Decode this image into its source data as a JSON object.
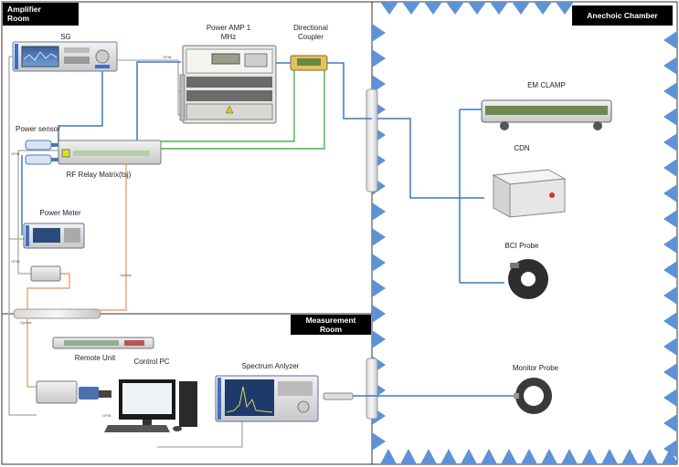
{
  "rooms": {
    "amplifier": [
      "Amplifier",
      "Room"
    ],
    "measurement": [
      "Measurement",
      "Room"
    ],
    "chamber": "Anechoic Chamber"
  },
  "devices": {
    "sg": "SG",
    "power_amp": [
      "Power AMP 1",
      "MHz"
    ],
    "coupler": [
      "Directional",
      "Coupler"
    ],
    "power_sensor": "Power sensor",
    "relay_matrix": "RF Relay Matrix(tsj)",
    "power_meter": "Power Meter",
    "remote_unit": "Remote Unit",
    "control_pc": "Control PC",
    "spectrum_analyzer": "Spectrum Anlyzer",
    "em_clamp": "EM CLAMP",
    "cdn": "CDN",
    "bci_probe": "BCI Probe",
    "monitor_probe": "Monitor Probe"
  },
  "cable_labels": {
    "gpib": "GPIB",
    "optical": "Optical"
  },
  "colors": {
    "rf_cable": "#3a78c2",
    "optical_cable": "#f0a070",
    "sensor_cable": "#49b24f",
    "gpib_cable": "#a8a8a8",
    "absorber": "#5d93d6",
    "room_label_bg": "#000000"
  }
}
